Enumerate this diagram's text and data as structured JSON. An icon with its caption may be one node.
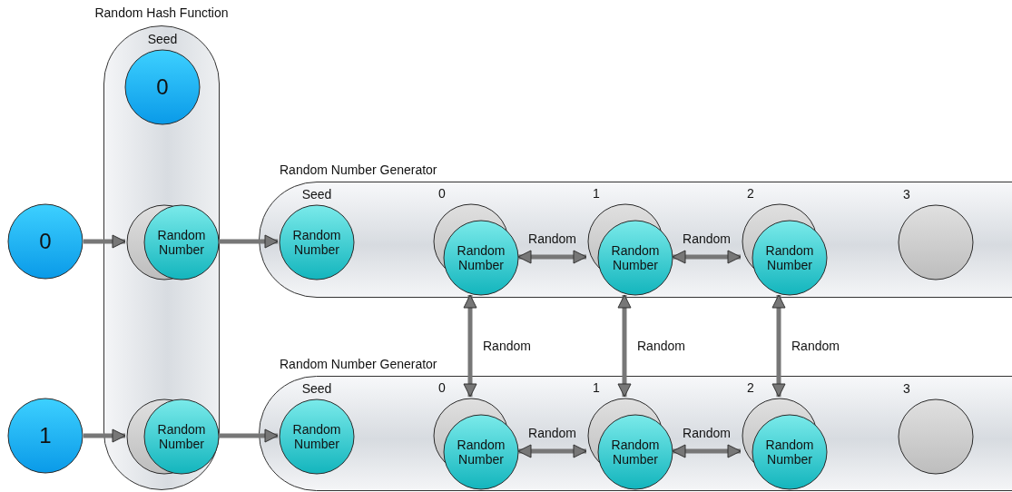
{
  "diagram": {
    "nodes": [
      {
        "text": [
          "Random Hash Function"
        ]
      },
      {
        "text": [
          "0"
        ],
        "in": 0,
        "beside": [
          "Seed"
        ]
      },
      {
        "text": [
          "0"
        ]
      },
      {
        "text": [
          "Random Number"
        ],
        "in": 0
      },
      {
        "text": [
          "Random Number Generator"
        ]
      },
      {
        "text": [
          "Random Number"
        ],
        "in": 4,
        "beside": [
          "Seed"
        ]
      },
      {
        "text": [
          "Random Number"
        ],
        "in": 4,
        "beside": [
          "0"
        ]
      },
      {
        "text": [
          "Random Number"
        ],
        "in": 4,
        "beside": [
          "1"
        ]
      },
      {
        "text": [
          "Random Number"
        ],
        "in": 4,
        "beside": [
          "2"
        ]
      },
      {
        "text": [],
        "shape": "circle",
        "in": 4,
        "beside": [
          "3"
        ]
      },
      {
        "text": [
          "1"
        ]
      },
      {
        "text": [
          "Random Number"
        ],
        "in": 0
      },
      {
        "text": [
          "Random Number Generator"
        ]
      },
      {
        "text": [
          "Random Number"
        ],
        "in": 12,
        "beside": [
          "Seed"
        ]
      },
      {
        "text": [
          "Random Number"
        ],
        "in": 12,
        "beside": [
          "0"
        ]
      },
      {
        "text": [
          "Random Number"
        ],
        "in": 12,
        "beside": [
          "1"
        ]
      },
      {
        "text": [
          "Random Number"
        ],
        "in": 12,
        "beside": [
          "2"
        ]
      },
      {
        "text": [],
        "shape": "circle",
        "in": 12,
        "beside": [
          "3"
        ]
      }
    ],
    "edges": [
      {
        "from": 2,
        "to": 3,
        "arrow": "to"
      },
      {
        "from": 3,
        "to": 5,
        "arrow": "to"
      },
      {
        "from": 10,
        "to": 11,
        "arrow": "to"
      },
      {
        "from": 11,
        "to": 13,
        "arrow": "to"
      },
      {
        "from": 6,
        "to": 7,
        "arrow": "both",
        "label": "Random"
      },
      {
        "from": 7,
        "to": 8,
        "arrow": "both",
        "label": "Random"
      },
      {
        "from": 6,
        "to": 14,
        "arrow": "both",
        "label": "Random"
      },
      {
        "from": 7,
        "to": 15,
        "arrow": "both",
        "label": "Random"
      },
      {
        "from": 8,
        "to": 16,
        "arrow": "both",
        "label": "Random"
      },
      {
        "from": 14,
        "to": 15,
        "arrow": "both",
        "label": "Random"
      },
      {
        "from": 15,
        "to": 16,
        "arrow": "both",
        "label": "Random"
      }
    ]
  }
}
